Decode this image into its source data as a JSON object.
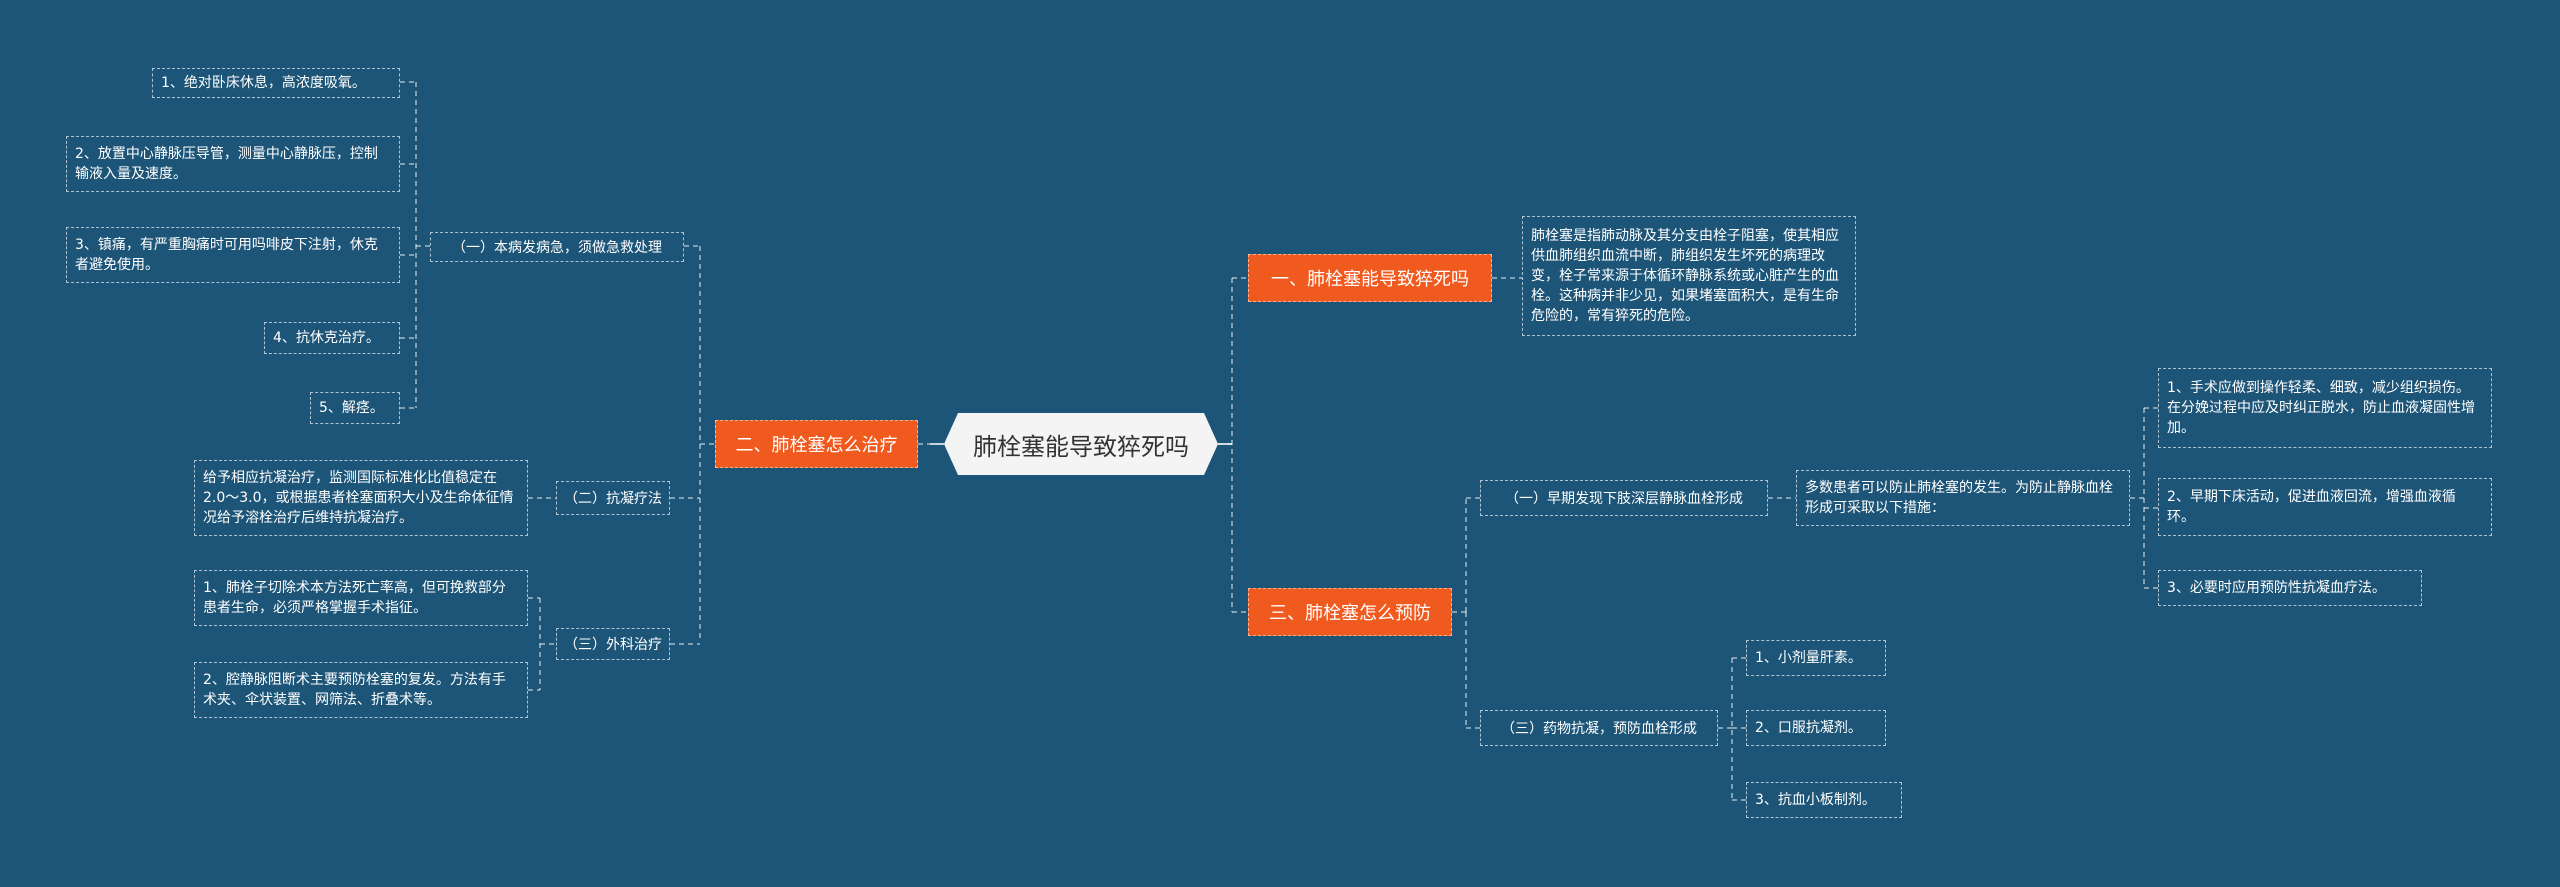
{
  "root": "肺栓塞能导致猝死吗",
  "branch1": {
    "title": "一、肺栓塞能导致猝死吗",
    "content": "肺栓塞是指肺动脉及其分支由栓子阻塞，使其相应供血肺组织血流中断，肺组织发生坏死的病理改变，栓子常来源于体循环静脉系统或心脏产生的血栓。这种病并非少见，如果堵塞面积大，是有生命危险的，常有猝死的危险。"
  },
  "branch2": {
    "title": "二、肺栓塞怎么治疗",
    "sub1": {
      "label": "（一）本病发病急，须做急救处理",
      "items": [
        "1、绝对卧床休息，高浓度吸氧。",
        "2、放置中心静脉压导管，测量中心静脉压，控制输液入量及速度。",
        "3、镇痛，有严重胸痛时可用吗啡皮下注射，休克者避免使用。",
        "4、抗休克治疗。",
        "5、解痉。"
      ]
    },
    "sub2": {
      "label": "（二）抗凝疗法",
      "items": [
        "给予相应抗凝治疗，监测国际标准化比值稳定在2.0～3.0，或根据患者栓塞面积大小及生命体征情况给予溶栓治疗后维持抗凝治疗。"
      ]
    },
    "sub3": {
      "label": "（三）外科治疗",
      "items": [
        "1、肺栓子切除术本方法死亡率高，但可挽救部分患者生命，必须严格掌握手术指征。",
        "2、腔静脉阻断术主要预防栓塞的复发。方法有手术夹、伞状装置、网筛法、折叠术等。"
      ]
    }
  },
  "branch3": {
    "title": "三、肺栓塞怎么预防",
    "sub1": {
      "label": "（一）早期发现下肢深层静脉血栓形成",
      "mid": "多数患者可以防止肺栓塞的发生。为防止静脉血栓形成可采取以下措施：",
      "items": [
        "1、手术应做到操作轻柔、细致，减少组织损伤。在分娩过程中应及时纠正脱水，防止血液凝固性增加。",
        "2、早期下床活动，促进血液回流，增强血液循环。",
        "3、必要时应用预防性抗凝血疗法。"
      ]
    },
    "sub2": {
      "label": "（三）药物抗凝，预防血栓形成",
      "items": [
        "1、小剂量肝素。",
        "2、口服抗凝剂。",
        "3、抗血小板制剂。"
      ]
    }
  },
  "colors": {
    "background": "#1c5578",
    "branch": "#f15a1f",
    "root": "#f4f4f4"
  }
}
